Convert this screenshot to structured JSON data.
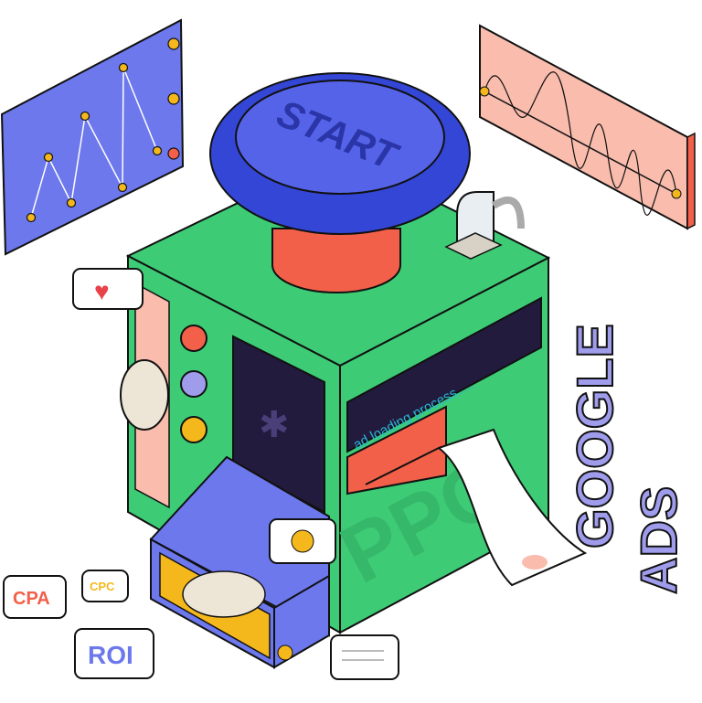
{
  "button": {
    "label": "START"
  },
  "screen": {
    "text": "ad loading process....."
  },
  "side_text": {
    "line1": "GOOGLE",
    "line2": "ADS"
  },
  "faint_text": "PPC",
  "bubbles": {
    "cpa": "CPA",
    "cpc": "CPC",
    "roi": "ROI"
  },
  "colors": {
    "green": "#3ecb76",
    "blue": "#6c78ec",
    "dark_blue": "#3346d6",
    "red": "#f2604a",
    "salmon": "#f9bcad",
    "screen": "#221b3d",
    "yellow": "#f5b81c",
    "cyan": "#2ab6d6"
  }
}
